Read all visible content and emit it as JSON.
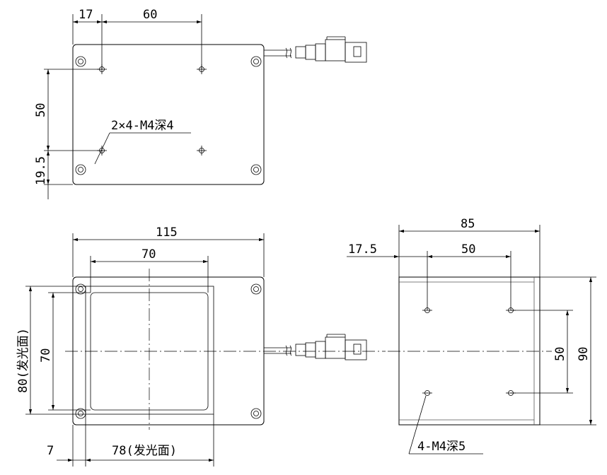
{
  "top_view": {
    "dim_top_left": "17",
    "dim_top_span": "60",
    "dim_vertical_upper": "50",
    "dim_vertical_lower": "19.5",
    "hole_callout": "2×4-M4深4"
  },
  "front_view": {
    "dim_width_total": "115",
    "dim_window_width": "70",
    "dim_height_emitting": "80(发光面)",
    "dim_height_inner": "70",
    "dim_bottom_offset": "7",
    "dim_bottom_emitting": "78(发光面)"
  },
  "side_view": {
    "dim_width_total": "85",
    "dim_left_offset": "17.5",
    "dim_hole_span": "50",
    "dim_vertical_holes": "50",
    "dim_height_total": "90",
    "hole_callout": "4-M4深5"
  }
}
